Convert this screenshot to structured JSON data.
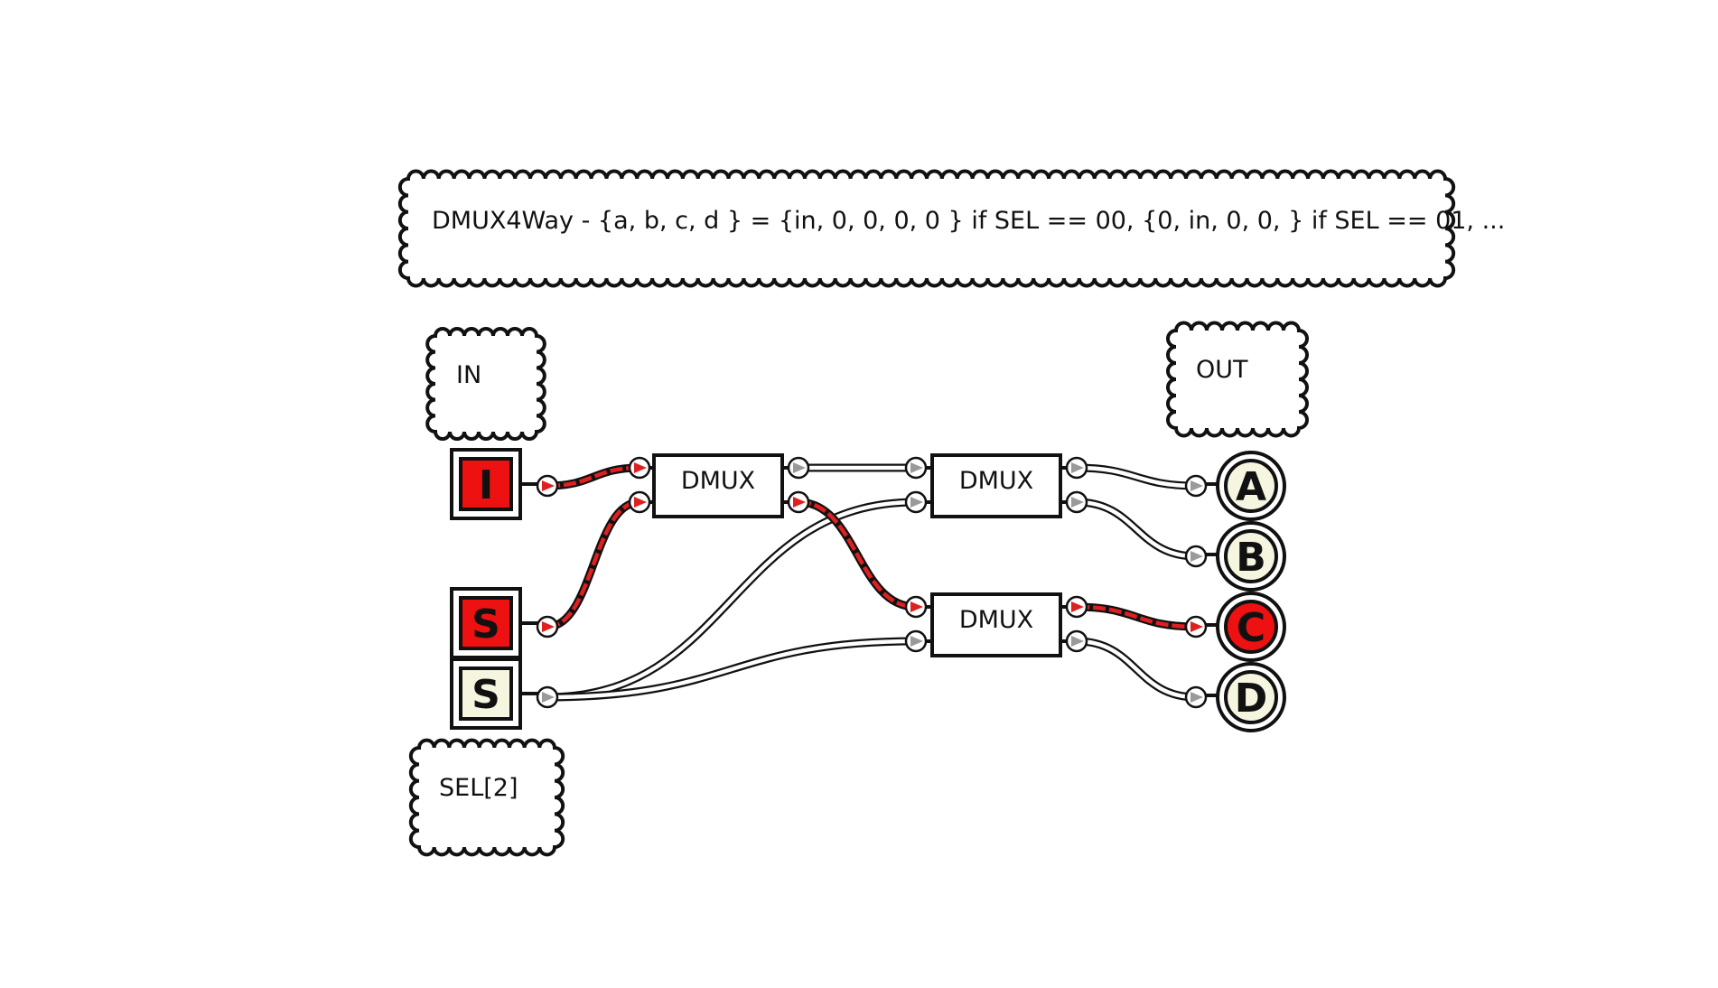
{
  "notes": {
    "title": "DMUX4Way -  {a, b, c, d } = {in, 0, 0, 0, 0 } if SEL == 00,  {0, in, 0, 0, } if SEL == 01, ...",
    "in_label": "IN",
    "out_label": "OUT",
    "sel_label": "SEL[2]"
  },
  "inputs": [
    {
      "id": "in",
      "letter": "I",
      "active": true
    },
    {
      "id": "sel1",
      "letter": "S",
      "active": true
    },
    {
      "id": "sel0",
      "letter": "S",
      "active": false
    }
  ],
  "gates": [
    {
      "id": "g1",
      "label": "DMUX"
    },
    {
      "id": "g2",
      "label": "DMUX"
    },
    {
      "id": "g3",
      "label": "DMUX"
    }
  ],
  "outputs": [
    {
      "id": "a",
      "letter": "A",
      "active": false
    },
    {
      "id": "b",
      "letter": "B",
      "active": false
    },
    {
      "id": "c",
      "letter": "C",
      "active": true
    },
    {
      "id": "d",
      "letter": "D",
      "active": false
    }
  ],
  "wires": [
    {
      "from": "in.out",
      "to": "g1.in1",
      "active": true
    },
    {
      "from": "sel1.out",
      "to": "g1.in2",
      "active": true
    },
    {
      "from": "sel0.out",
      "to": "g2.in2",
      "active": false
    },
    {
      "from": "sel0.out",
      "to": "g3.in2",
      "active": false
    },
    {
      "from": "g1.out1",
      "to": "g2.in1",
      "active": false
    },
    {
      "from": "g1.out2",
      "to": "g3.in1",
      "active": true
    },
    {
      "from": "g2.out1",
      "to": "a.in",
      "active": false
    },
    {
      "from": "g2.out2",
      "to": "b.in",
      "active": false
    },
    {
      "from": "g3.out1",
      "to": "c.in",
      "active": true
    },
    {
      "from": "g3.out2",
      "to": "d.in",
      "active": false
    }
  ],
  "colors": {
    "active": "#ee1111",
    "inactive": "#f5f5e0",
    "stroke": "#111111",
    "wire_active": "#e02020"
  }
}
